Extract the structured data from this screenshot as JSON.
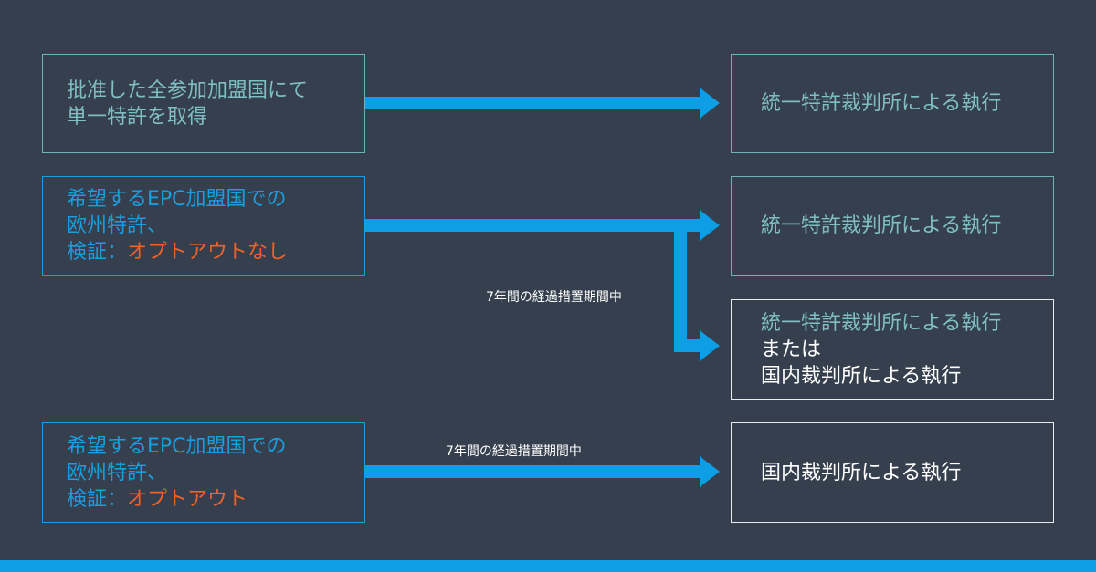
{
  "rows": [
    {
      "left": {
        "lines": [
          "批准した全参加加盟国にて",
          "単一特許を取得"
        ]
      },
      "right": {
        "lines": [
          "統一特許裁判所による執行"
        ]
      }
    },
    {
      "left": {
        "line1": "希望するEPC加盟国での",
        "line2": "欧州特許、",
        "line3_prefix": "検証：",
        "line3_highlight": "オプトアウトなし"
      },
      "right_top": {
        "lines": [
          "統一特許裁判所による執行"
        ]
      },
      "transition_label": "7年間の経過措置期間中",
      "right_bottom": {
        "line1": "統一特許裁判所による執行",
        "line2": "または",
        "line3": "国内裁判所による執行"
      }
    },
    {
      "left": {
        "line1": "希望するEPC加盟国での",
        "line2": "欧州特許、",
        "line3_prefix": "検証：",
        "line3_highlight": "オプトアウト"
      },
      "transition_label": "7年間の経過措置期間中",
      "right": {
        "lines": [
          "国内裁判所による執行"
        ]
      }
    }
  ],
  "colors": {
    "background": "#353f4d",
    "arrow": "#0d9ee5",
    "teal": "#7fbfc3",
    "blue": "#1a9ee0",
    "orange": "#f0612a",
    "white": "#ffffff"
  }
}
